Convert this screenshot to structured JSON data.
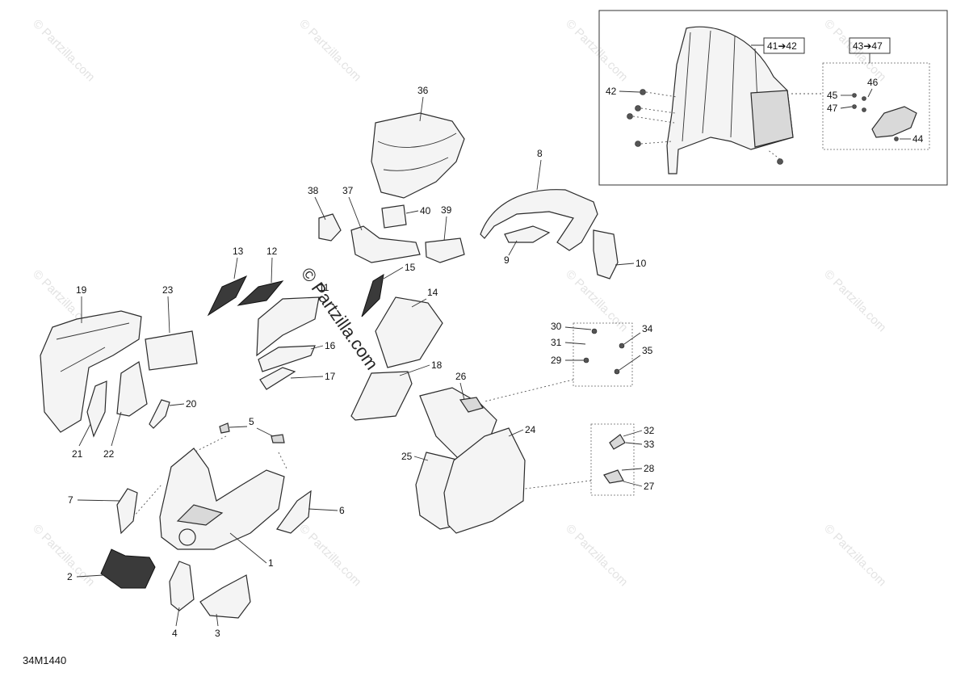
{
  "diagram_code": "34M1440",
  "watermark": {
    "text": "© Partzilla.com",
    "center_text": "© Partzilla.com"
  },
  "callouts": {
    "c1": "1",
    "c2": "2",
    "c3": "3",
    "c4": "4",
    "c5": "5",
    "c6": "6",
    "c7": "7",
    "c8": "8",
    "c9": "9",
    "c10": "10",
    "c11": "11",
    "c12": "12",
    "c13": "13",
    "c14": "14",
    "c15": "15",
    "c16": "16",
    "c17": "17",
    "c18": "18",
    "c19": "19",
    "c20": "20",
    "c21": "21",
    "c22": "22",
    "c23": "23",
    "c24": "24",
    "c25": "25",
    "c26": "26",
    "c27": "27",
    "c28": "28",
    "c29": "29",
    "c30": "30",
    "c31": "31",
    "c32": "32",
    "c33": "33",
    "c34": "34",
    "c35": "35",
    "c36": "36",
    "c37": "37",
    "c38": "38",
    "c39": "39",
    "c40": "40",
    "c42": "42",
    "c44": "44",
    "c45": "45",
    "c46": "46",
    "c47": "47"
  },
  "groups": {
    "g41_42": "41➔42",
    "g43_47": "43➔47"
  },
  "colors": {
    "line": "#2b2b2b",
    "fill": "#f4f4f4",
    "mesh": "#3a3a3a",
    "watermark": "#e3e3e3"
  }
}
